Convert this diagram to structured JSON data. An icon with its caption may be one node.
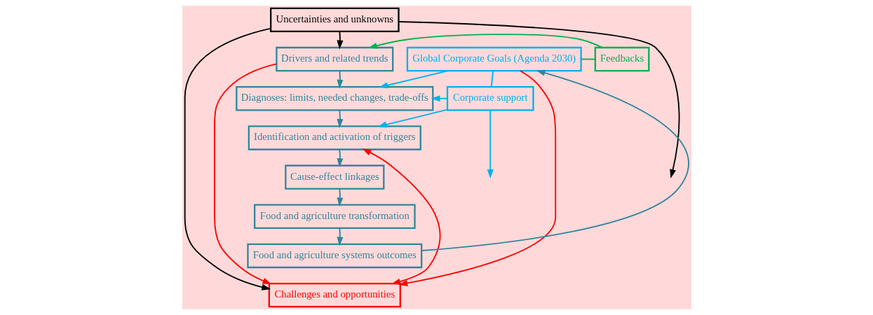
{
  "diagram": {
    "nodes": [
      {
        "text": [
          "Uncertainties and unknowns"
        ]
      },
      {
        "text": [
          "Drivers and related trends"
        ]
      },
      {
        "text": [
          "Feedbacks"
        ]
      },
      {
        "text": [
          "Global Corporate Goals (Agenda 2030)"
        ]
      },
      {
        "text": [
          "Diagnoses: limits, needed changes, trade-offs"
        ]
      },
      {
        "text": [
          "Corporate support"
        ]
      },
      {
        "text": [
          "Identification and activation of triggers"
        ]
      },
      {
        "text": [
          "Cause-effect linkages"
        ]
      },
      {
        "text": [
          "Food and agriculture transformation"
        ]
      },
      {
        "text": [
          "Food and agriculture systems outcomes"
        ]
      },
      {
        "text": [
          "Challenges and opportunities"
        ]
      }
    ],
    "edges": [
      {
        "from": 0,
        "to": 1,
        "arrow": "to",
        "color": "#000000"
      },
      {
        "from": 0,
        "to": null,
        "arrow": "to",
        "color": "#000000"
      },
      {
        "from": 0,
        "to": 10,
        "arrow": "to",
        "color": "#000000"
      },
      {
        "from": 3,
        "to": 2,
        "arrow": "none",
        "color": "#00b050"
      },
      {
        "from": 2,
        "to": 1,
        "arrow": "to",
        "color": "#00b050"
      },
      {
        "from": 1,
        "to": 4,
        "arrow": "to"
      },
      {
        "from": 4,
        "to": 6,
        "arrow": "to"
      },
      {
        "from": 6,
        "to": 7,
        "arrow": "to"
      },
      {
        "from": 7,
        "to": 8,
        "arrow": "to"
      },
      {
        "from": 8,
        "to": 9,
        "arrow": "to"
      },
      {
        "from": 9,
        "to": 3,
        "arrow": "to"
      },
      {
        "from": 3,
        "to": 4,
        "arrow": "to",
        "color": "#00b0f0"
      },
      {
        "from": 3,
        "to": 5,
        "arrow": "none",
        "color": "#00b0f0"
      },
      {
        "from": 5,
        "to": 4,
        "arrow": "to",
        "color": "#00b0f0"
      },
      {
        "from": 5,
        "to": 6,
        "arrow": "to",
        "color": "#00b0f0"
      },
      {
        "from": 5,
        "to": null,
        "arrow": "to",
        "color": "#00b0f0"
      },
      {
        "from": 1,
        "to": 10,
        "arrow": "to",
        "color": "#ff0000"
      },
      {
        "from": 6,
        "to": 10,
        "arrow": "both",
        "color": "#ff0000"
      },
      {
        "from": 3,
        "to": 10,
        "arrow": "to",
        "color": "#ff0000"
      }
    ]
  }
}
